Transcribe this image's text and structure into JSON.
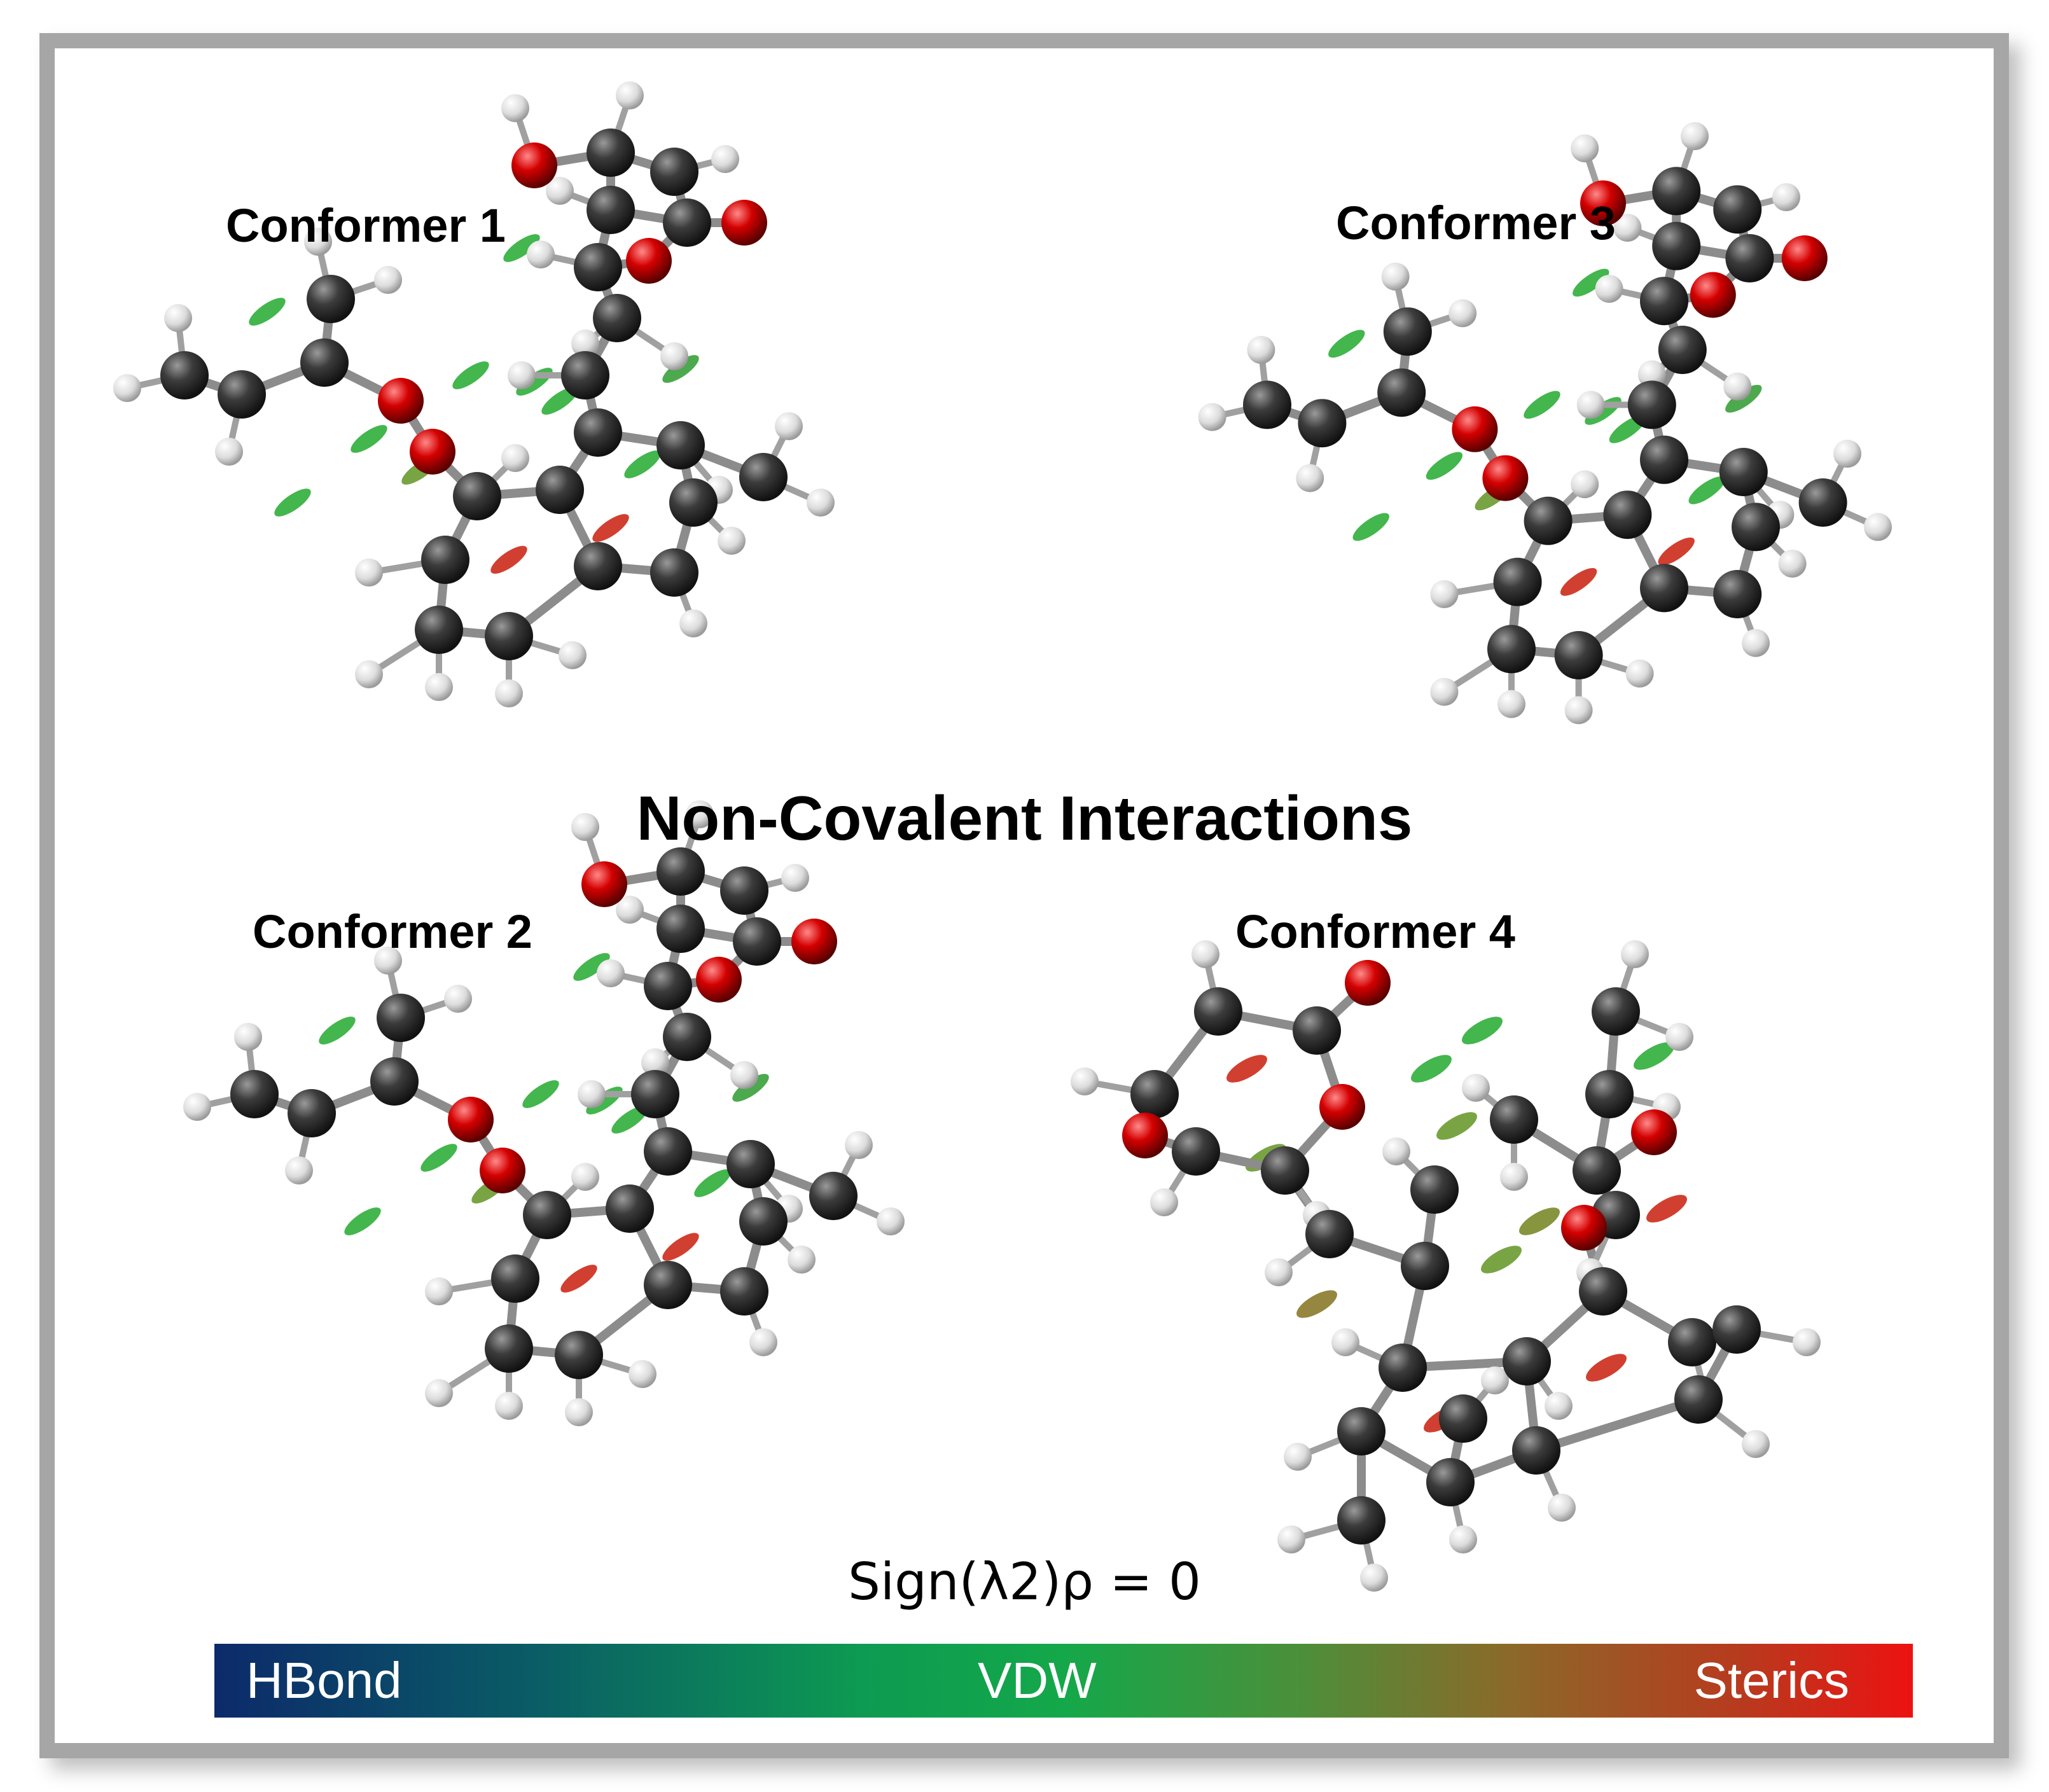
{
  "title": "Non-Covalent Interactions",
  "conformers": [
    "Conformer 1",
    "Conformer 2",
    "Conformer 3",
    "Conformer 4"
  ],
  "formula": "Sign(λ2)ρ = 0",
  "legend": {
    "left": "HBond",
    "middle": "VDW",
    "right": "Sterics"
  },
  "colors": {
    "carbon": "#3a3a3a",
    "oxygen": "#d40000",
    "hydrogen": "#e8e8e8",
    "hbond": "#0c2a6a",
    "vdw": "#14a84a",
    "sterics": "#ec1212"
  }
}
